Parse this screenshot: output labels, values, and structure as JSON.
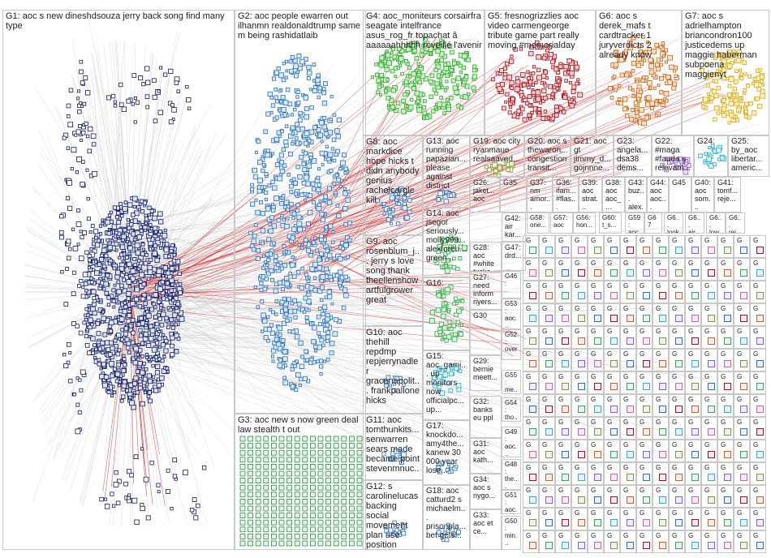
{
  "groups": [
    {
      "id": "G1",
      "label": "G1: aoc s new dineshdsouza jerry back song find many type"
    },
    {
      "id": "G2",
      "label": "G2: aoc people ewarren out ilhanmn realdonaldtrump same m being rashidatlaib"
    },
    {
      "id": "G3",
      "label": "G3: aoc new s now green deal law stealth t out"
    },
    {
      "id": "G4",
      "label": "G4: aoc_moniteurs corsairfra seagate intelfrance asus_rog_fr topachat â aaaaaahhhhh réveillé l'avenir"
    },
    {
      "id": "G5",
      "label": "G5: fresnogrizzlies aoc video carmengeorge tribute game part really moving #memorialday"
    },
    {
      "id": "G6",
      "label": "G6: aoc s derek_mafs t cardtracker 1 juryverdicts 2 already know"
    },
    {
      "id": "G7",
      "label": "G7: aoc s adrielhampton briancondron100 justicedems up maggie haberman subpoena maggienyt"
    },
    {
      "id": "G8",
      "label": "G8: aoc markdice hope hicks t didn anybody genius rachelcargle kill"
    },
    {
      "id": "G9",
      "label": "G9: aoc rosenblum_j... jerry s love song thank theellenshow artfulgrower great"
    },
    {
      "id": "G10",
      "label": "G10: aoc thehill repdmp repjerrynadler gracenapolit... frankpallone hicks"
    },
    {
      "id": "G11",
      "label": "G11: aoc tomthunkits... senwarren sears made became point stevenmnuc..."
    },
    {
      "id": "G12",
      "label": "G12: s carolinelucas backing social movement plan use position"
    },
    {
      "id": "G13",
      "label": "G13: aoc running papazian... please against district"
    },
    {
      "id": "G14",
      "label": "G14: aoc jsegor seriously... molly999... alexforeu... green..."
    },
    {
      "id": "G15",
      "label": "G15: aoc_gami... up monitors now officialpc... up..."
    },
    {
      "id": "G16",
      "label": "G16:"
    },
    {
      "id": "G17",
      "label": "G17: knockdo... amy4the... kanew 30 000 year lose..."
    },
    {
      "id": "G18",
      "label": "G18: aoc catturd2 s michaelm... prisonpla... bet gets..."
    },
    {
      "id": "G19",
      "label": "G19: aoc city ryanmaue realsaaved..."
    },
    {
      "id": "G20",
      "label": "G20: aoc s thewaron... congestion transit..."
    },
    {
      "id": "G21",
      "label": "G21: aoc gt jimmy_d... gojnnne..."
    },
    {
      "id": "G22",
      "label": "G22: #maga #fauda s relevant..."
    },
    {
      "id": "G23",
      "label": "G23: angela... dsa38 dems..."
    },
    {
      "id": "G24",
      "label": "G24:"
    },
    {
      "id": "G25",
      "label": "G25: by_aoc libertar... americ..."
    },
    {
      "id": "G26",
      "label": "G26: jaket... aoc"
    },
    {
      "id": "G27",
      "label": "G27: need inform nyers..."
    },
    {
      "id": "G28",
      "label": "G28: aoc #white tucke..."
    },
    {
      "id": "G29",
      "label": "G29: bernie meett..."
    },
    {
      "id": "G30",
      "label": "G30"
    },
    {
      "id": "G31",
      "label": "G31: aoc kath..."
    },
    {
      "id": "G32",
      "label": "G32: banks eu ppl"
    },
    {
      "id": "G33",
      "label": "G33: aoc et ce..."
    },
    {
      "id": "G34",
      "label": "G34: aoc s nygo..."
    },
    {
      "id": "G35",
      "label": "G35"
    },
    {
      "id": "G36",
      "label": "G36: ifam... #flas..."
    },
    {
      "id": "G37",
      "label": "G37: nm amor..."
    },
    {
      "id": "G38",
      "label": "G38: aoc aoc_..."
    },
    {
      "id": "G39",
      "label": "G39: aoc strat..."
    },
    {
      "id": "G40",
      "label": "G40: aoc som..."
    },
    {
      "id": "G41",
      "label": "G41: tomf... reje..."
    },
    {
      "id": "G42",
      "label": "G42: air kar..."
    },
    {
      "id": "G43",
      "label": "G43: buz... alex..."
    },
    {
      "id": "G44",
      "label": "G44: aoc aoc..."
    },
    {
      "id": "G45",
      "label": "G45"
    },
    {
      "id": "G46",
      "label": "G46:"
    },
    {
      "id": "G47",
      "label": "G47: drd..."
    },
    {
      "id": "G48",
      "label": "G48: the..."
    },
    {
      "id": "G49",
      "label": "G49: aoc..."
    },
    {
      "id": "G50",
      "label": "G50: min..."
    },
    {
      "id": "G51",
      "label": "G51: aoc..."
    },
    {
      "id": "G52",
      "label": "G52: over"
    },
    {
      "id": "G53",
      "label": "G53: aoc..."
    },
    {
      "id": "G54",
      "label": "G54: tho..."
    },
    {
      "id": "G55",
      "label": "G55: me..."
    },
    {
      "id": "G56",
      "label": "G56: hon..."
    },
    {
      "id": "G57",
      "label": "G57: aoc"
    },
    {
      "id": "G58",
      "label": "G58: one..."
    },
    {
      "id": "G59",
      "label": "G59: aoc..."
    },
    {
      "id": "G60",
      "label": "G60: t_s..."
    },
    {
      "id": "G6x",
      "label": "G6... air..."
    },
    {
      "id": "G6y",
      "label": "G6... low..."
    },
    {
      "id": "G6z",
      "label": "G6... rej..."
    },
    {
      "id": "G62",
      "label": "G6... look"
    },
    {
      "id": "G67",
      "label": "G67"
    }
  ],
  "small_cell_label": "G",
  "colors": {
    "edge_gray": "#b9b9b9",
    "edge_red": "#d11a1a",
    "g1": "#0d1a5c",
    "g2": "#2a6fb5",
    "g3": "#2f8c46",
    "g4": "#2ea82e",
    "g5": "#a50f1a",
    "g6": "#c86418",
    "g7": "#d8a814",
    "green": "#2fa84a",
    "cyan": "#2bb0c8",
    "purple": "#8d5cc7",
    "pink": "#d85fa0",
    "olive": "#7a9c2e"
  }
}
